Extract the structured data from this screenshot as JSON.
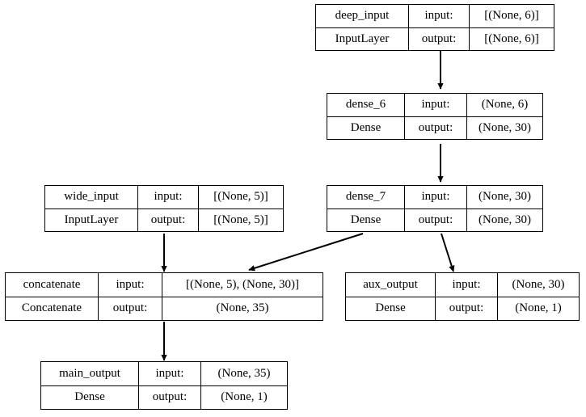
{
  "diagram": {
    "title": "keras-model-plot",
    "background_color": "#ffffff",
    "edge_color": "#000000",
    "border_color": "#000000",
    "row_labels": {
      "input": "input:",
      "output": "output:"
    },
    "nodes": [
      {
        "id": "deep_input",
        "name": "deep_input",
        "type": "InputLayer",
        "input_label": "input:",
        "output_label": "output:",
        "input_shape": "[(None, 6)]",
        "output_shape": "[(None, 6)]"
      },
      {
        "id": "dense_6",
        "name": "dense_6",
        "type": "Dense",
        "input_label": "input:",
        "output_label": "output:",
        "input_shape": "(None, 6)",
        "output_shape": "(None, 30)"
      },
      {
        "id": "dense_7",
        "name": "dense_7",
        "type": "Dense",
        "input_label": "input:",
        "output_label": "output:",
        "input_shape": "(None, 30)",
        "output_shape": "(None, 30)"
      },
      {
        "id": "wide_input",
        "name": "wide_input",
        "type": "InputLayer",
        "input_label": "input:",
        "output_label": "output:",
        "input_shape": "[(None, 5)]",
        "output_shape": "[(None, 5)]"
      },
      {
        "id": "concatenate",
        "name": "concatenate",
        "type": "Concatenate",
        "input_label": "input:",
        "output_label": "output:",
        "input_shape": "[(None, 5), (None, 30)]",
        "output_shape": "(None, 35)"
      },
      {
        "id": "aux_output",
        "name": "aux_output",
        "type": "Dense",
        "input_label": "input:",
        "output_label": "output:",
        "input_shape": "(None, 30)",
        "output_shape": "(None, 1)"
      },
      {
        "id": "main_output",
        "name": "main_output",
        "type": "Dense",
        "input_label": "input:",
        "output_label": "output:",
        "input_shape": "(None, 35)",
        "output_shape": "(None, 1)"
      }
    ],
    "edges": [
      {
        "from": "deep_input",
        "to": "dense_6"
      },
      {
        "from": "dense_6",
        "to": "dense_7"
      },
      {
        "from": "dense_7",
        "to": "concatenate"
      },
      {
        "from": "dense_7",
        "to": "aux_output"
      },
      {
        "from": "wide_input",
        "to": "concatenate"
      },
      {
        "from": "concatenate",
        "to": "main_output"
      }
    ]
  }
}
